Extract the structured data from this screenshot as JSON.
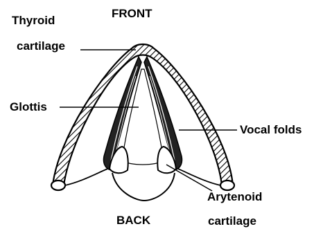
{
  "labels": {
    "front": "FRONT",
    "back": "BACK",
    "thyroid_line1": "Thyroid",
    "thyroid_line2": "cartilage",
    "glottis": "Glottis",
    "vocal_folds": "Vocal folds",
    "arytenoid_line1": "Arytenoid",
    "arytenoid_line2": "cartilage"
  },
  "colors": {
    "ink": "#000000",
    "paper": "#ffffff"
  }
}
